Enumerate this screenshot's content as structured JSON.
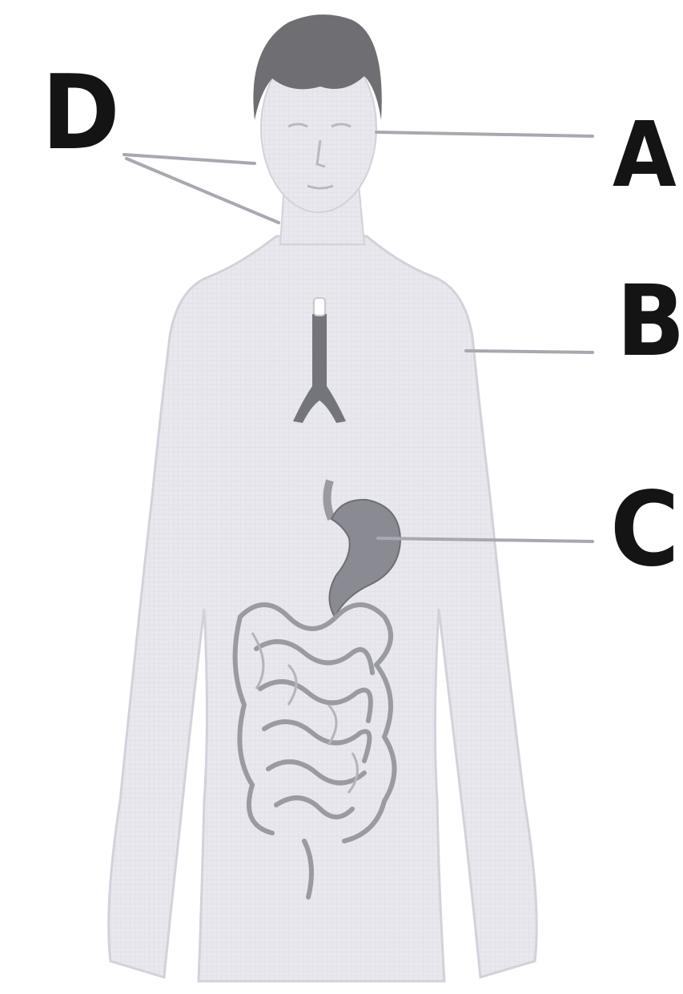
{
  "labels": {
    "a": "A",
    "b": "B",
    "c": "C",
    "d": "D"
  },
  "colors": {
    "body_fill": "#e6e6ec",
    "body_outline": "#cfcfd8",
    "hair": "#6e6e73",
    "trachea": "#74747c",
    "stomach": "#8a8a92",
    "intestine": "#9a9aa2",
    "leader_line": "#a8a8b0",
    "label_text": "#141414"
  }
}
